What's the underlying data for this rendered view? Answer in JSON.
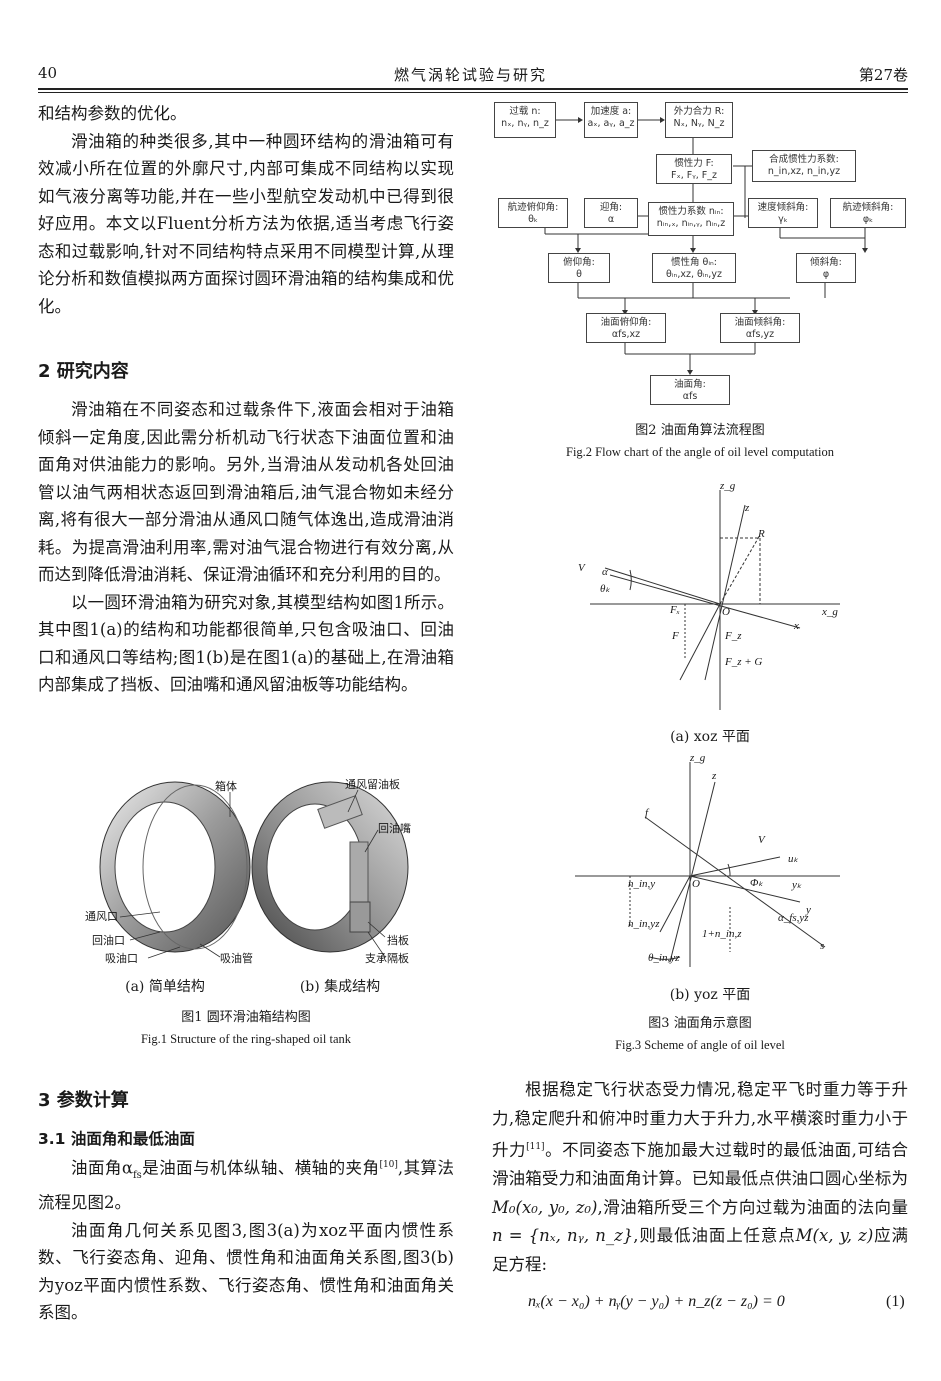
{
  "header": {
    "page_number": "40",
    "journal": "燃气涡轮试验与研究",
    "volume": "第27卷"
  },
  "left": {
    "p1": "和结构参数的优化。",
    "p2": "滑油箱的种类很多,其中一种圆环结构的滑油箱可有效减小所在位置的外廓尺寸,内部可集成不同结构以实现如气液分离等功能,并在一些小型航空发动机中已得到很好应用。本文以Fluent分析方法为依据,适当考虑飞行姿态和过载影响,针对不同结构特点采用不同模型计算,从理论分析和数值模拟两方面探讨圆环滑油箱的结构集成和优化。",
    "sec2": "2 研究内容",
    "p3": "滑油箱在不同姿态和过载条件下,液面会相对于油箱倾斜一定角度,因此需分析机动飞行状态下油面位置和油面角对供油能力的影响。另外,当滑油从发动机各处回油管以油气两相状态返回到滑油箱后,油气混合物如未经分离,将有很大一部分滑油从通风口随气体逸出,造成滑油消耗。为提高滑油利用率,需对油气混合物进行有效分离,从而达到降低滑油消耗、保证滑油循环和充分利用的目的。",
    "p4": "以一圆环滑油箱为研究对象,其模型结构如图1所示。其中图1(a)的结构和功能都很简单,只包含吸油口、回油口和通风口等结构;图1(b)是在图1(a)的基础上,在滑油箱内部集成了挡板、回油嘴和通风留油板等功能结构。",
    "fig1": {
      "labels": {
        "box": "箱体",
        "vent_plate": "通风留油板",
        "return_nozzle": "回油嘴",
        "vent": "通风口",
        "return_port": "回油口",
        "suction_port": "吸油口",
        "suction_pipe": "吸油管",
        "baffle": "挡板",
        "support": "支承隔板"
      },
      "sub_a": "(a) 简单结构",
      "sub_b": "(b) 集成结构",
      "caption_cn": "图1 圆环滑油箱结构图",
      "caption_en": "Fig.1 Structure of the ring-shaped oil tank"
    },
    "sec3": "3 参数计算",
    "sec31": "3.1 油面角和最低油面",
    "p5a": "油面角α",
    "p5sub": "fs",
    "p5b": "是油面与机体纵轴、横轴的夹角",
    "p5ref": "[10]",
    "p5c": ",其算法流程见图2。",
    "p6": "油面角几何关系见图3,图3(a)为xoz平面内惯性系数、飞行姿态角、迎角、惯性角和油面角关系图,图3(b)为yoz平面内惯性系数、飞行姿态角、惯性角和油面角关系图。"
  },
  "right": {
    "fig2": {
      "boxes": {
        "overload": "过载 n:",
        "overload_sub": "nₓ, nᵧ, n_z",
        "accel": "加速度 a:",
        "accel_sub": "aₓ, aᵧ, a_z",
        "force": "外力合力 R:",
        "force_sub": "Nₓ, Nᵧ, N_z",
        "inertia_force": "惯性力 F:",
        "inertia_force_sub": "Fₓ, Fᵧ, F_z",
        "combined": "合成惯性力系数:",
        "combined_sub": "n_in,xz, n_in,yz",
        "pitch_att": "航迹俯仰角:",
        "pitch_att_sub": "θₖ",
        "aoa": "迎角:",
        "aoa_sub": "α",
        "inertia_coef": "惯性力系数 nᵢₙ:",
        "inertia_coef_sub": "nᵢₙ,ₓ, nᵢₙ,ᵧ, nᵢₙ,z",
        "roll_att": "速度倾斜角:",
        "roll_att_sub": "γₖ",
        "track_roll": "航迹倾斜角:",
        "track_roll_sub": "φₖ",
        "pitch": "俯仰角:",
        "pitch_sub": "θ",
        "inertia_angle": "惯性角 θᵢₙ:",
        "inertia_angle_sub": "θᵢₙ,xz, θᵢₙ,yz",
        "roll": "倾斜角:",
        "roll_sub": "φ",
        "oil_pitch": "油面俯仰角:",
        "oil_pitch_sub": "αfs,xz",
        "oil_roll": "油面倾斜角:",
        "oil_roll_sub": "αfs,yz",
        "oil_angle": "油面角:",
        "oil_angle_sub": "αfs"
      },
      "caption_cn": "图2 油面角算法流程图",
      "caption_en": "Fig.2 Flow chart of the angle of oil level computation"
    },
    "fig3": {
      "a_labels": {
        "zg": "z_g",
        "z": "z",
        "R": "R",
        "V": "V",
        "alpha": "α",
        "theta": "θₖ",
        "Fx": "Fₓ",
        "O": "O",
        "xg": "x_g",
        "x": "x",
        "F": "F",
        "Fz": "F_z",
        "FzG": "F_z + G"
      },
      "sub_a": "(a)  xoz 平面",
      "b_labels": {
        "zg": "z_g",
        "z": "z",
        "f": "f",
        "V": "V",
        "uk": "uₖ",
        "ny": "n_in,y",
        "O": "O",
        "phik": "Φₖ",
        "yk": "yₖ",
        "nyz": "n_in,yz",
        "one_nz": "1+n_in,z",
        "y": "y",
        "afs": "α_fs,yz",
        "theta": "θ_in,yz",
        "s": "s"
      },
      "sub_b": "(b)  yoz 平面",
      "caption_cn": "图3 油面角示意图",
      "caption_en": "Fig.3 Scheme of angle of oil level"
    },
    "p7": "根据稳定飞行状态受力情况,稳定平飞时重力等于升力,稳定爬升和俯冲时重力大于升力,水平横滚时重力小于升力",
    "p7ref": "[11]",
    "p7b": "。不同姿态下施加最大过载时的最低油面,可结合滑油箱受力和油面角计算。已知最低点供油口圆心坐标为",
    "p7m0": "M₀(x₀, y₀, z₀)",
    "p7c": ",滑油箱所受三个方向过载为油面的法向量",
    "p7n": "n = {nₓ, nᵧ, n_z}",
    "p7d": ",则最低油面上任意点",
    "p7m": "M(x, y, z)",
    "p7e": "应满足方程:",
    "equation": "nₓ(x − x₀) + nᵧ(y − y₀) + n_z(z − z₀) = 0",
    "eq_no": "(1)"
  }
}
